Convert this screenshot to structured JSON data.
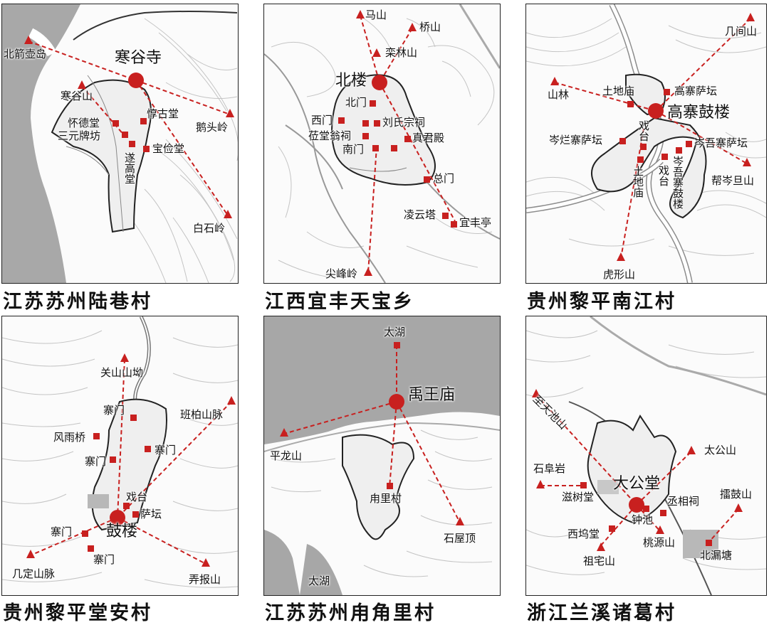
{
  "colors": {
    "accent": "#c8201f",
    "water": "#a7a7a7",
    "contour": "#c4c4c4",
    "road": "#aaaaaa"
  },
  "panels": [
    {
      "caption": "江苏苏州陆巷村",
      "center": "寒谷寺",
      "labels": [
        "北箭壶岛",
        "寒谷山",
        "怀德堂",
        "三元牌坊",
        "遂高堂",
        "惇古堂",
        "宝俭堂",
        "鹅头岭",
        "白石岭"
      ]
    },
    {
      "caption": "江西宜丰天宝乡",
      "center": "北楼",
      "labels": [
        "马山",
        "桥山",
        "栾林山",
        "北门",
        "西门",
        "刘氏宗祠",
        "莅堂翁祠",
        "真君殿",
        "南门",
        "总门",
        "凌云塔",
        "宜丰亭",
        "尖峰岭"
      ]
    },
    {
      "caption": "贵州黎平南江村",
      "center": "高寨鼓楼",
      "labels": [
        "几间山",
        "山林",
        "土地庙",
        "高寨萨坛",
        "岑烂寨萨坛",
        "戏台",
        "岑吾寨萨坛",
        "土地庙",
        "岑吾寨鼓楼",
        "戏台",
        "帮岑旦山",
        "虎形山"
      ]
    },
    {
      "caption": "贵州黎平堂安村",
      "center": "鼓楼",
      "labels": [
        "关山山坳",
        "寨门",
        "班柏山脉",
        "风雨桥",
        "寨门",
        "寨门",
        "戏台",
        "萨坛",
        "寨门",
        "寨门",
        "几定山脉",
        "弄报山"
      ]
    },
    {
      "caption": "江苏苏州甪角里村",
      "center": "禹王庙",
      "labels": [
        "太湖",
        "平龙山",
        "甪里村",
        "石屋顶",
        "太湖"
      ]
    },
    {
      "caption": "浙江兰溪诸葛村",
      "center": "大公堂",
      "labels": [
        "至天池山",
        "石阜岩",
        "滋树堂",
        "太公山",
        "丞相祠",
        "擂鼓山",
        "钟池",
        "西坞堂",
        "桃源山",
        "北漏塘",
        "祖宅山"
      ]
    }
  ]
}
